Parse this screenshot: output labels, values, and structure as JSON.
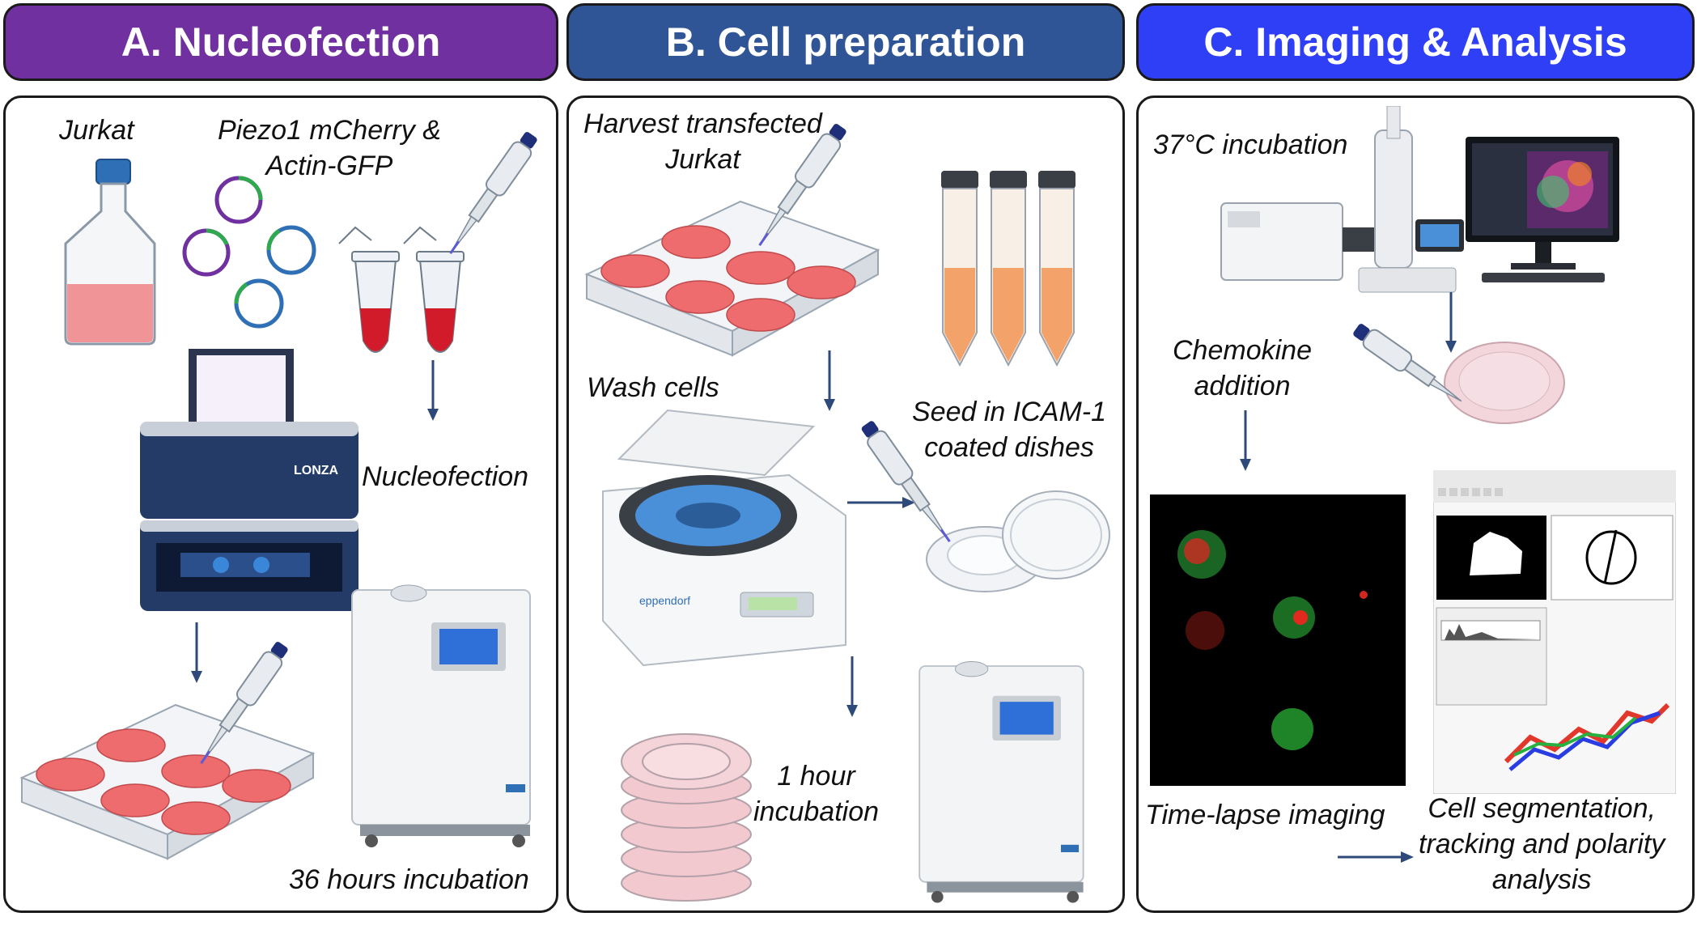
{
  "headers": {
    "a": "A. Nucleofection",
    "b": "B. Cell preparation",
    "c": "C. Imaging & Analysis"
  },
  "colors": {
    "header_a": "#7030a0",
    "header_b": "#2f5597",
    "header_c": "#2f3ff5",
    "arrow": "#2e4a7a",
    "medium": "#e8787a"
  },
  "panel_a": {
    "jurkat": "Jurkat",
    "plasmids_line1": "Piezo1 mCherry &",
    "plasmids_line2": "Actin-GFP",
    "nucleofection": "Nucleofection",
    "incubation": "36 hours incubation",
    "device_brand": "LONZA"
  },
  "panel_b": {
    "harvest_line1": "Harvest transfected",
    "harvest_line2": "Jurkat",
    "wash": "Wash cells",
    "seed_line1": "Seed in ICAM-1",
    "seed_line2": "coated dishes",
    "incubation_line1": "1 hour",
    "incubation_line2": "incubation",
    "centrifuge_brand": "eppendorf"
  },
  "panel_c": {
    "temp": "37°C incubation",
    "chemokine_line1": "Chemokine",
    "chemokine_line2": "addition",
    "timelapse": "Time-lapse imaging",
    "analysis_line1": "Cell segmentation,",
    "analysis_line2": "tracking and polarity",
    "analysis_line3": "analysis"
  }
}
